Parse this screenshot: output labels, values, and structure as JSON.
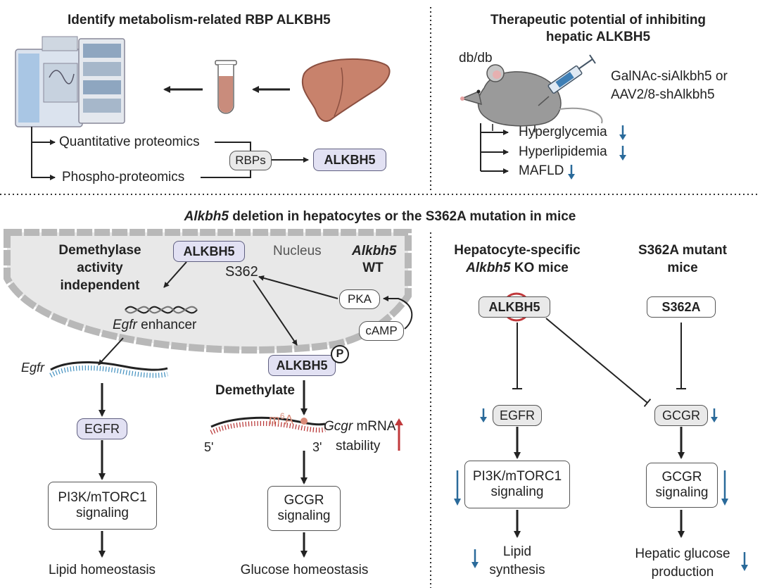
{
  "colors": {
    "blue_arrow": "#2a6a9a",
    "red_arrow": "#c0393b",
    "m6a": "#d98a78",
    "box_purple": "#e2e1f3",
    "box_grey": "#e9e9e9",
    "nucleus": "#e8e8e8"
  },
  "panel1": {
    "title": "Identify metabolism-related RBP ALKBH5",
    "branch_top": "Quantitative proteomics",
    "branch_bottom": "Phospho-proteomics",
    "rbps": "RBPs",
    "alkbh5": "ALKBH5",
    "icons": [
      "mass-spectrometer-icon",
      "test-tube-icon",
      "liver-icon"
    ]
  },
  "panel2": {
    "title_line1": "Therapeutic potential of inhibiting",
    "title_line2": "hepatic ALKBH5",
    "mouse_label": "db/db",
    "treatment_line1": "GalNAc-siAlkbh5 or",
    "treatment_line2": "AAV2/8-shAlkbh5",
    "outcomes": [
      "Hyperglycemia",
      "Hyperlipidemia",
      "MAFLD"
    ],
    "icons": [
      "mouse-icon",
      "syringe-icon",
      "down-arrow-icon"
    ]
  },
  "section3": {
    "title_italic": "Alkbh5",
    "title_rest": " deletion in hepatocytes or the S362A mutation in mice"
  },
  "wt_panel": {
    "demethylase_line1": "Demethylase",
    "demethylase_line2": "activity",
    "demethylase_line3": "independent",
    "alkbh5": "ALKBH5",
    "nucleus": "Nucleus",
    "wt_line1": "Alkbh5",
    "wt_line2": "WT",
    "s362": "S362",
    "pka": "PKA",
    "camp": "cAMP",
    "enhancer_italic": "Egfr",
    "enhancer_rest": " enhancer",
    "egfr_mrna": "Egfr",
    "alkbh5_p": "ALKBH5",
    "phospho": "P",
    "demethylate": "Demethylate",
    "m6a_base": "m",
    "m6a_sup": "6",
    "m6a_end": "A",
    "five_prime": "5'",
    "three_prime": "3'",
    "gcgr_mrna_italic": "Gcgr",
    "gcgr_mrna_rest": " mRNA",
    "stability": "stability",
    "egfr": "EGFR",
    "pi3k_line1": "PI3K/mTORC1",
    "pi3k_line2": "signaling",
    "gcgr_line1": "GCGR",
    "gcgr_line2": "signaling",
    "lipid": "Lipid homeostasis",
    "glucose": "Glucose homeostasis"
  },
  "ko_panel": {
    "title_line1": "Hepatocyte-specific",
    "title_line2_italic": "Alkbh5",
    "title_line2_rest": " KO mice",
    "alkbh5": "ALKBH5",
    "egfr": "EGFR",
    "pi3k_line1": "PI3K/mTORC1",
    "pi3k_line2": "signaling",
    "out_line1": "Lipid",
    "out_line2": "synthesis"
  },
  "mut_panel": {
    "title_line1": "S362A mutant",
    "title_line2": "mice",
    "s362a": "S362A",
    "gcgr": "GCGR",
    "gcgr_sig_line1": "GCGR",
    "gcgr_sig_line2": "signaling",
    "out_line1": "Hepatic glucose",
    "out_line2": "production"
  }
}
